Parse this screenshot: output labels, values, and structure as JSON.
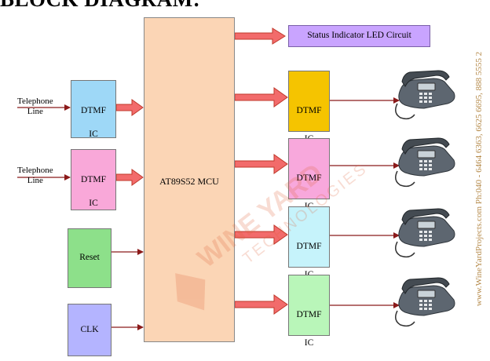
{
  "title": "BLOCK DIAGRAM:",
  "mcu": {
    "label": "AT89S52 MCU"
  },
  "status_circuit": {
    "label": "Status Indicator LED Circuit"
  },
  "inputs": [
    {
      "line_label_1": "Telephone",
      "line_label_2": "Line",
      "ic_label_1": "DTMF",
      "ic_label_2": "IC",
      "color": "#9ed8f7"
    },
    {
      "line_label_1": "Telephone",
      "line_label_2": "Line",
      "ic_label_1": "DTMF",
      "ic_label_2": "IC",
      "color": "#f9a8d9"
    }
  ],
  "reset": {
    "label": "Reset",
    "color": "#8de08a"
  },
  "clk": {
    "label": "CLK",
    "color": "#b4b4ff"
  },
  "outputs": [
    {
      "ic_label_1": "DTMF",
      "ic_label_2": "IC",
      "color": "#f5c400"
    },
    {
      "ic_label_1": "DTMF",
      "ic_label_2": "IC",
      "color": "#f8a8dc"
    },
    {
      "ic_label_1": "DTMF",
      "ic_label_2": "IC",
      "color": "#c6f3fb"
    },
    {
      "ic_label_1": "DTMF",
      "ic_label_2": "IC",
      "color": "#b9f6b9"
    }
  ],
  "side_text": "www.WineYardProjects.com Ph:040 - 6464 6363, 6625 6695, 888 5555 2",
  "watermark": {
    "line1": "WINE YARD",
    "line2": "TECHNOLOGIES"
  },
  "colors": {
    "arrow_fill": "#f26b6b",
    "arrow_stroke": "#c0392b",
    "wire": "#8b1a1a"
  }
}
